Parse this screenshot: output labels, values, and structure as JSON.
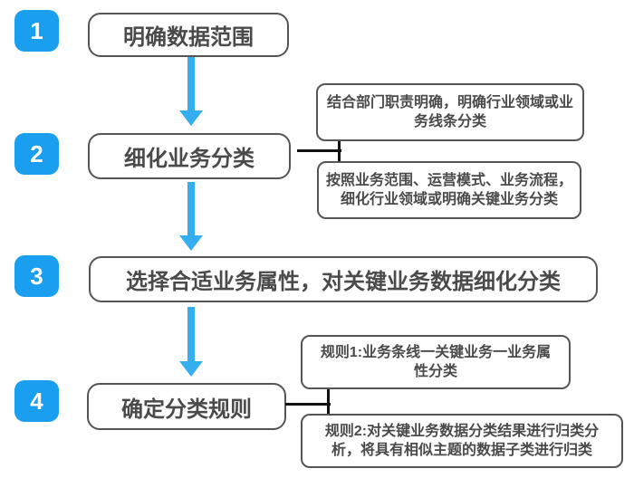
{
  "colors": {
    "badge_blue": "#199ef0",
    "arrow_blue": "#35aeef",
    "box_border_gray": "#555555",
    "text_gray": "#4a4a4a",
    "connector_black": "#111111",
    "background": "#ffffff"
  },
  "steps": [
    {
      "number": "1",
      "label": "明确数据范围"
    },
    {
      "number": "2",
      "label": "细化业务分类"
    },
    {
      "number": "3",
      "label": "选择合适业务属性，对关键业务数据细化分类"
    },
    {
      "number": "4",
      "label": "确定分类规则"
    }
  ],
  "annotations": [
    {
      "text": "结合部门职责明确，明确行业领域或业务线条分类",
      "attached_to_step": "2"
    },
    {
      "text": "按照业务范围、运营模式、业务流程，细化行业领域或明确关键业务分类",
      "attached_to_step": "2"
    },
    {
      "text": "规则1:业务条线一关键业务一业务属性分类",
      "attached_to_step": "4"
    },
    {
      "text": "规则2:对关键业务数据分类结果进行归类分析，将具有相似主题的数据子类进行归类",
      "attached_to_step": "4"
    }
  ]
}
